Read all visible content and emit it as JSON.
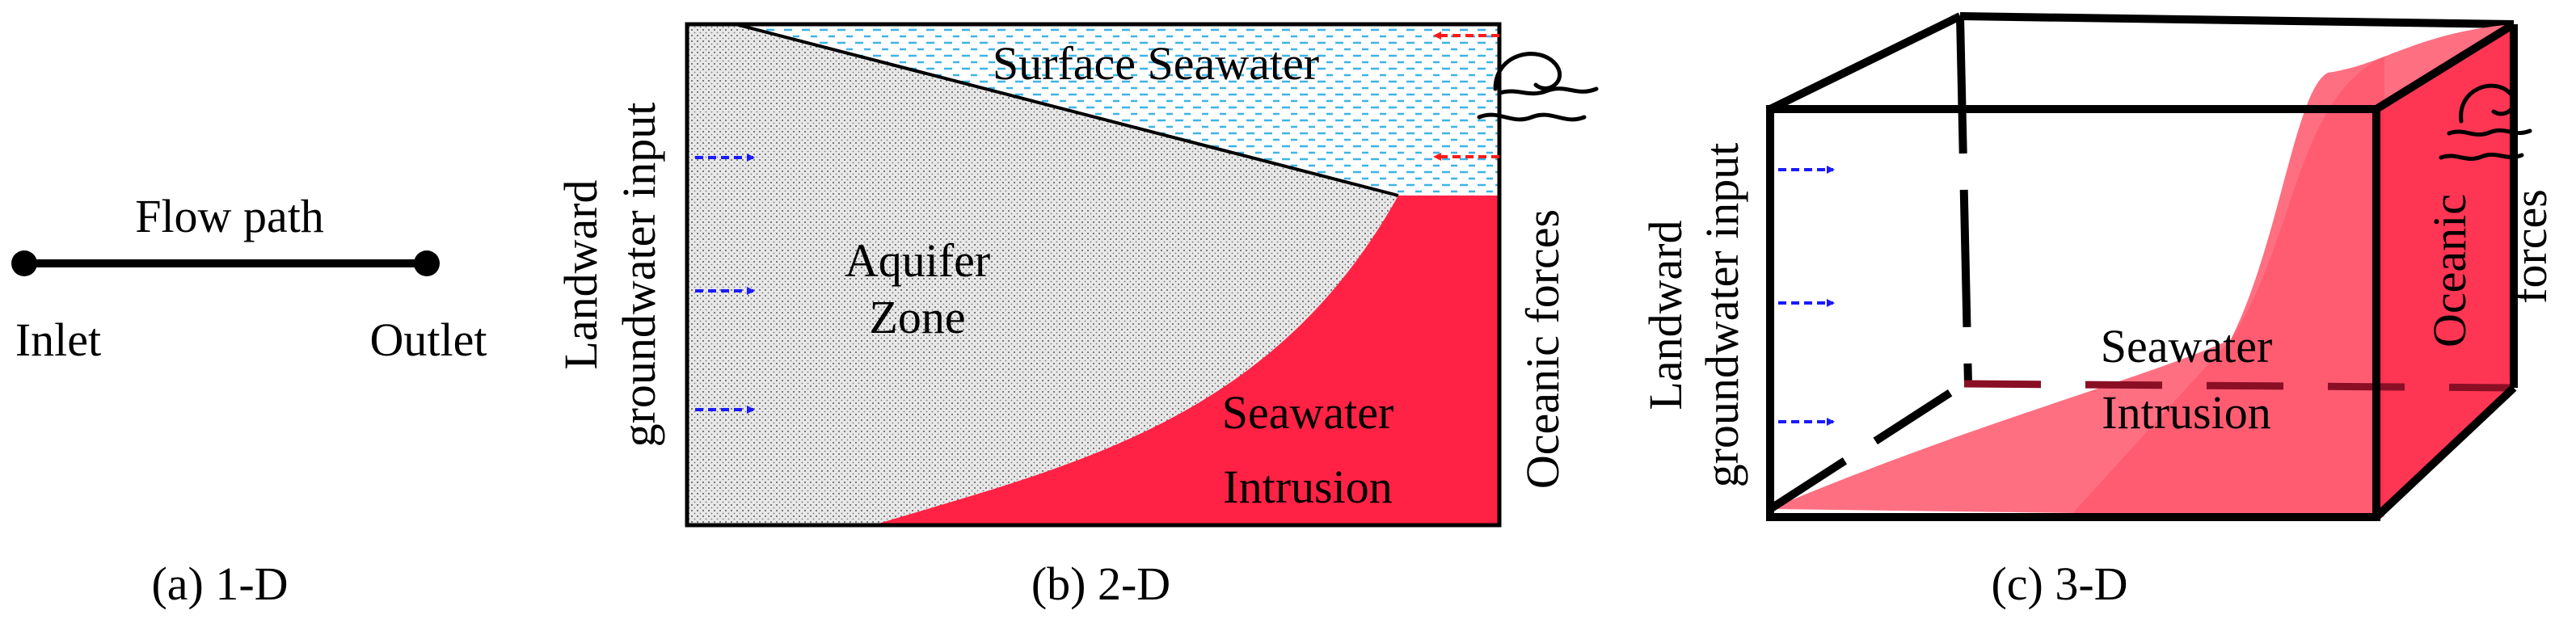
{
  "panel_1d": {
    "flow_label": "Flow path",
    "inlet_label": "Inlet",
    "outlet_label": "Outlet",
    "caption": "(a) 1-D"
  },
  "panel_2d": {
    "surface_label": "Surface Seawater",
    "aquifer_label_line1": "Aquifer",
    "aquifer_label_line2": "Zone",
    "intrusion_label_line1": "Seawater",
    "intrusion_label_line2": "Intrusion",
    "landward_line1": "Landward",
    "landward_line2": "groundwater input",
    "oceanic_label": "Oceanic forces",
    "caption": "(b) 2-D"
  },
  "panel_3d": {
    "intrusion_label_line1": "Seawater",
    "intrusion_label_line2": "Intrusion",
    "landward_line1": "Landward",
    "landward_line2": "groundwater input",
    "oceanic_line1": "Oceanic",
    "oceanic_line2": "forces",
    "caption": "(c) 3-D"
  },
  "colors": {
    "intrusion": "#ff2244",
    "intrusion_light": "#ff6f82",
    "surface_dash": "#3cb4e6",
    "landward_arrow": "#1a1aff",
    "ocean_arrow": "#ff1a1a",
    "aquifer": "#e6e6e6"
  }
}
